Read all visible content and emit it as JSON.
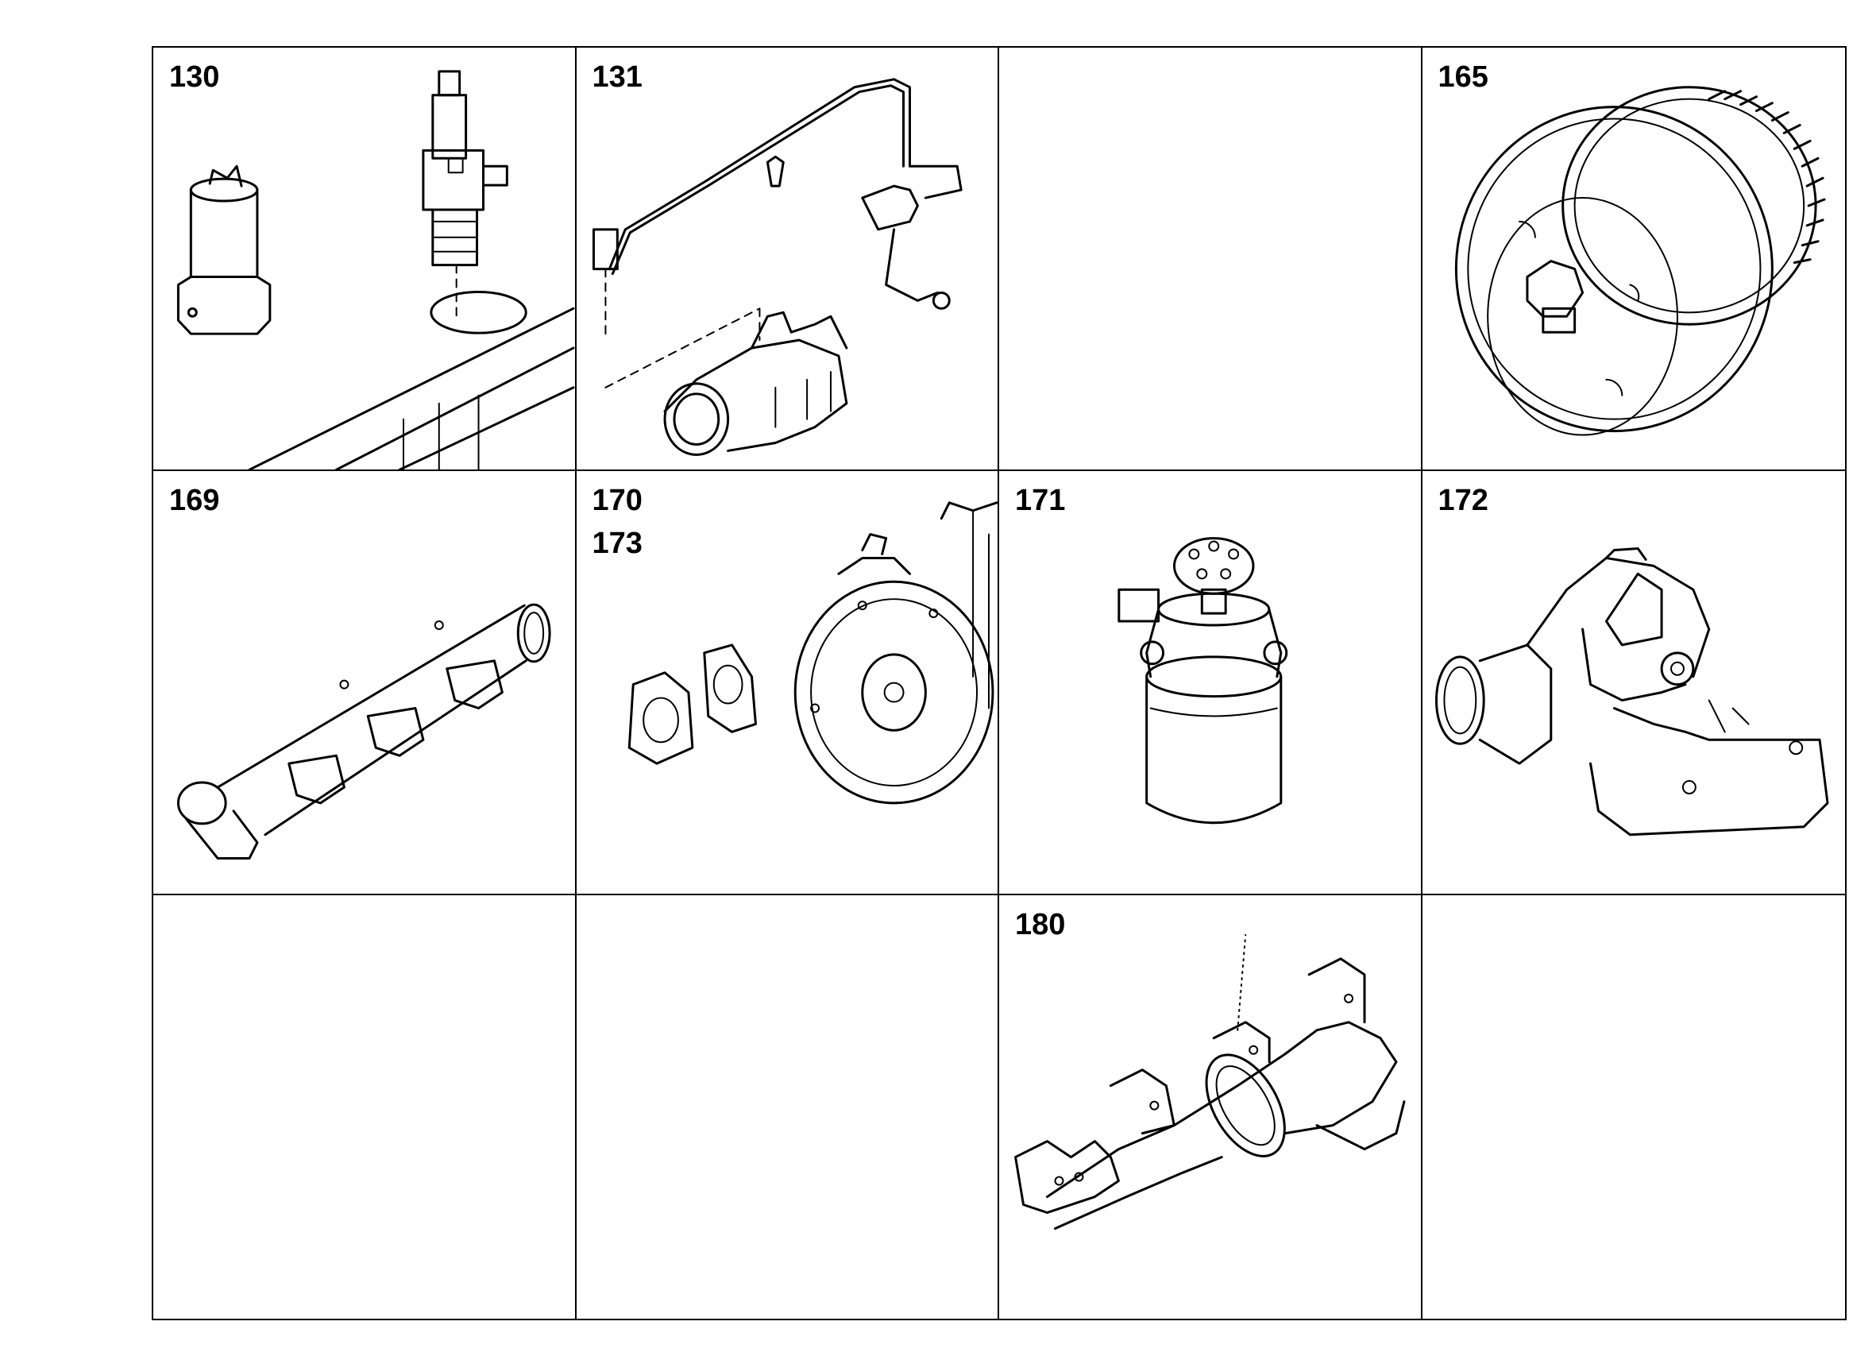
{
  "cells": [
    {
      "labels": [
        "130"
      ]
    },
    {
      "labels": [
        "131"
      ]
    },
    {
      "labels": []
    },
    {
      "labels": [
        "165"
      ]
    },
    {
      "labels": [
        "169"
      ]
    },
    {
      "labels": [
        "170",
        "173"
      ]
    },
    {
      "labels": [
        "171"
      ]
    },
    {
      "labels": [
        "172"
      ]
    },
    {
      "labels": []
    },
    {
      "labels": []
    },
    {
      "labels": [
        "180"
      ]
    },
    {
      "labels": []
    }
  ]
}
